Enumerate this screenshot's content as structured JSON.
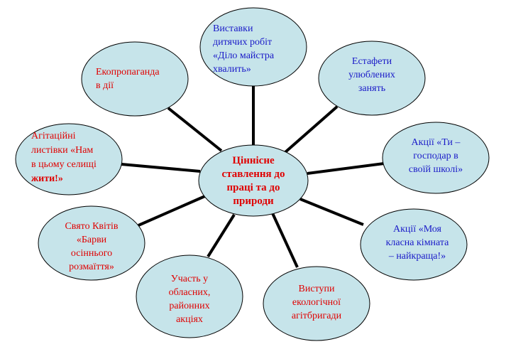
{
  "diagram": {
    "colors": {
      "node_fill": "#c6e4ea",
      "node_stroke": "#000000",
      "connector": "#000000",
      "text_red": "#e00000",
      "text_blue": "#1a1ac8"
    },
    "center": {
      "lines": [
        "Ціннісне",
        "ставлення до",
        "праці та до",
        "природи"
      ]
    },
    "nodes": [
      {
        "id": "vystavky",
        "lines": [
          "Виставки",
          "дитячих робіт",
          "«Діло майстра",
          "хвалить»"
        ],
        "color": "blue"
      },
      {
        "id": "estafety",
        "lines": [
          "Естафети",
          "улюблених",
          "занять"
        ],
        "color": "blue"
      },
      {
        "id": "aktsii-hospodar",
        "lines": [
          "Акції «Ти –",
          "господар в",
          "своїй школі»"
        ],
        "color": "blue"
      },
      {
        "id": "aktsii-klasna",
        "lines": [
          "Акції «Моя",
          "класна кімната",
          "– найкраща!»"
        ],
        "color": "blue"
      },
      {
        "id": "vystupy",
        "lines": [
          "Виступи",
          "екологічної",
          "агітбригади"
        ],
        "color": "red"
      },
      {
        "id": "uchast",
        "lines": [
          "Участь у",
          "обласних,",
          "районних",
          "акціях"
        ],
        "color": "red"
      },
      {
        "id": "sviato",
        "lines": [
          "Свято Квітів",
          "«Барви",
          "осіннього",
          "розмаїття»"
        ],
        "color": "red"
      },
      {
        "id": "ahitatsiini",
        "lines": [
          "Агітаційні",
          "листівки «Нам",
          "в цьому селищі",
          "жити!»"
        ],
        "color": "red"
      },
      {
        "id": "ekopropahanda",
        "lines": [
          "Екопропаганда",
          "в дії"
        ],
        "color": "red"
      }
    ]
  }
}
